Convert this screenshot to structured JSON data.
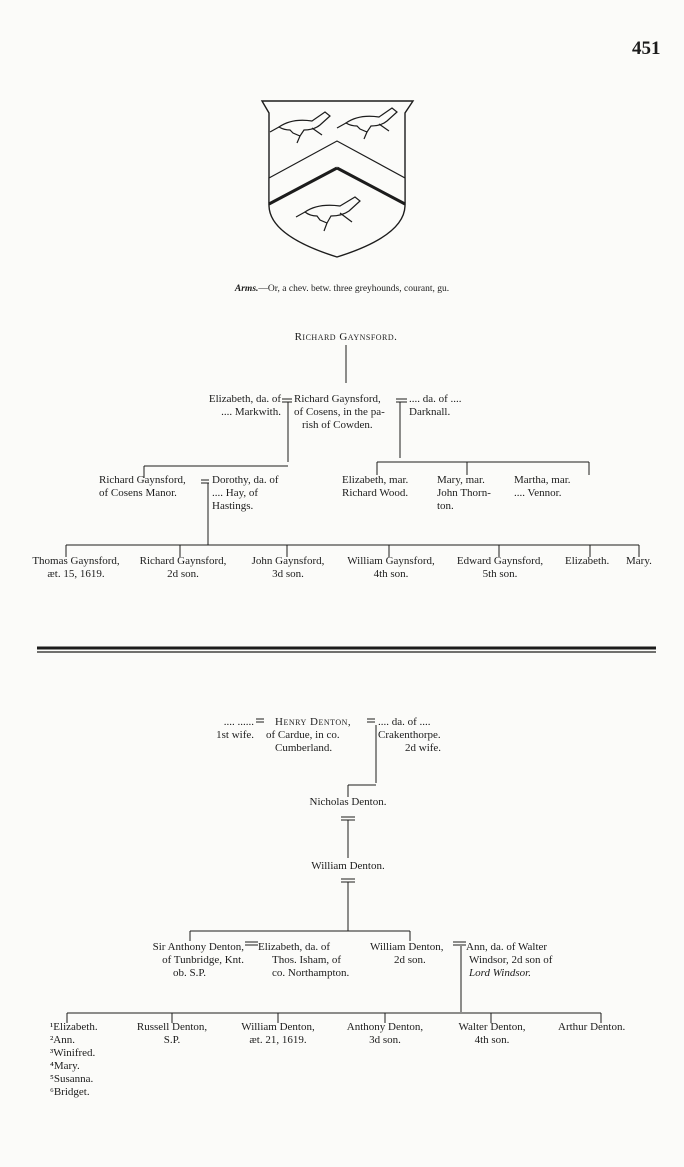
{
  "page_number": "451",
  "arms": {
    "prefix": "Arms.",
    "text": "—Or, a chev. betw. three greyhounds, courant, gu."
  },
  "gaynsford": {
    "head": "Richard Gaynsford.",
    "g2": {
      "wife1": [
        "Elizabeth, da. of",
        ".... Markwith."
      ],
      "husband": [
        "Richard Gaynsford,",
        "of Cosens, in the pa-",
        "rish of Cowden."
      ],
      "wife2": [
        ".... da. of ....",
        "Darknall."
      ]
    },
    "g3": {
      "richard": [
        "Richard Gaynsford,",
        "of Cosens Manor."
      ],
      "dorothy": [
        "Dorothy, da. of",
        ".... Hay, of",
        "Hastings."
      ],
      "elizabeth": [
        "Elizabeth, mar.",
        "Richard Wood."
      ],
      "mary": [
        "Mary, mar.",
        "John Thorn-",
        "ton."
      ],
      "martha": [
        "Martha, mar.",
        ".... Vennor."
      ]
    },
    "g4": [
      [
        "Thomas Gaynsford,",
        "æt. 15, 1619."
      ],
      [
        "Richard Gaynsford,",
        "2d son."
      ],
      [
        "John Gaynsford,",
        "3d son."
      ],
      [
        "William Gaynsford,",
        "4th son."
      ],
      [
        "Edward Gaynsford,",
        "5th son."
      ],
      [
        "Elizabeth."
      ],
      [
        "Mary."
      ]
    ]
  },
  "denton": {
    "g1": {
      "wife1": [
        ".... ......",
        "1st wife."
      ],
      "husband": [
        "Henry Denton,",
        "of Cardue, in co.",
        "Cumberland."
      ],
      "wife2": [
        ".... da. of ....",
        "Crakenthorpe.",
        "2d wife."
      ]
    },
    "nicholas": "Nicholas Denton.",
    "william": "William Denton.",
    "g4": {
      "anthony": [
        "Sir Anthony Denton,",
        "of Tunbridge, Knt.",
        "ob. S.P."
      ],
      "elizabeth": [
        "Elizabeth, da. of",
        "Thos. Isham, of",
        "co. Northampton."
      ],
      "william": [
        "William Denton,",
        "2d son."
      ],
      "ann": [
        "Ann, da. of Walter",
        "Windsor, 2d son of"
      ],
      "ann_lord": "Lord Windsor."
    },
    "daughters": [
      "¹Elizabeth.",
      "²Ann.",
      "³Winifred.",
      "⁴Mary.",
      "⁵Susanna.",
      "⁶Bridget."
    ],
    "g5": [
      [
        "Russell Denton,",
        "S.P."
      ],
      [
        "William Denton,",
        "æt. 21, 1619."
      ],
      [
        "Anthony Denton,",
        "3d son."
      ],
      [
        "Walter Denton,",
        "4th son."
      ],
      [
        "Arthur Denton."
      ]
    ]
  }
}
